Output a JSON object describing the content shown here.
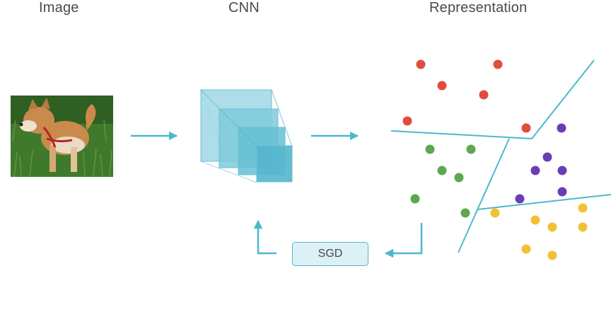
{
  "labels": {
    "image": "Image",
    "cnn": "CNN",
    "representation": "Representation"
  },
  "sgd_label": "SGD",
  "colors": {
    "accent": "#4db8cc",
    "red": "#e24c3f",
    "purple": "#6a3db5",
    "green": "#5ba84f",
    "yellow": "#f2c033"
  }
}
